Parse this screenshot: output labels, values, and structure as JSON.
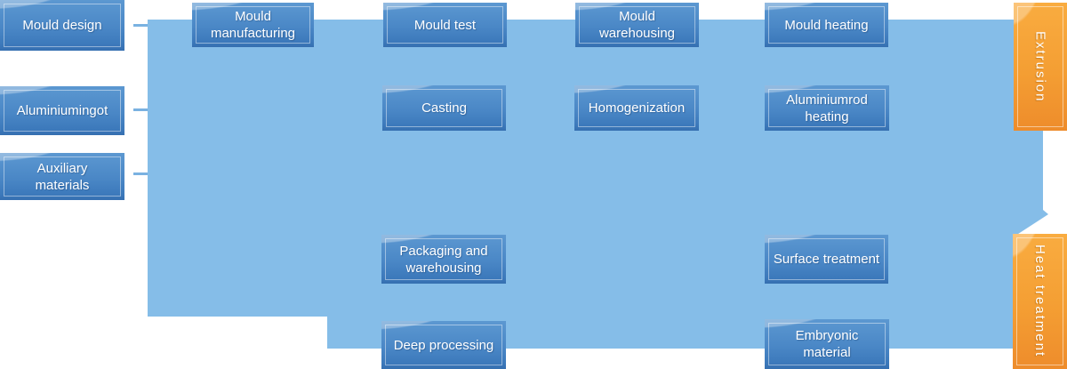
{
  "flow": {
    "colors": {
      "panel_blue": "#85bde8",
      "connector_blue": "#7ab2e1",
      "node_blue_top": "#5c98d1",
      "node_blue_bottom": "#366fb0",
      "node_orange_top": "#f9ac40",
      "node_orange_bottom": "#ee8c2b",
      "text": "#ffffff"
    },
    "nodes": [
      {
        "id": "mould-design",
        "label": "Mould design"
      },
      {
        "id": "mould-manufacturing",
        "label": "Mould manufacturing"
      },
      {
        "id": "mould-test",
        "label": "Mould test"
      },
      {
        "id": "mould-warehousing",
        "label": "Mould warehousing"
      },
      {
        "id": "mould-heating",
        "label": "Mould heating"
      },
      {
        "id": "aluminium-ingot",
        "label": "Aluminiumingot"
      },
      {
        "id": "casting",
        "label": "Casting"
      },
      {
        "id": "homogenization",
        "label": "Homogenization"
      },
      {
        "id": "aluminium-rod-heating",
        "label": "Aluminiumrod heating"
      },
      {
        "id": "auxiliary-materials",
        "label": "Auxiliary materials"
      },
      {
        "id": "packaging-and-warehousing",
        "label": "Packaging and warehousing"
      },
      {
        "id": "surface-treatment",
        "label": "Surface treatment"
      },
      {
        "id": "deep-processing",
        "label": "Deep processing"
      },
      {
        "id": "embryonic-material",
        "label": "Embryonic material"
      }
    ],
    "stage_labels": [
      {
        "id": "extrusion",
        "label": "Extrusion"
      },
      {
        "id": "heat-treatment",
        "label": "Heat treatment"
      }
    ]
  }
}
